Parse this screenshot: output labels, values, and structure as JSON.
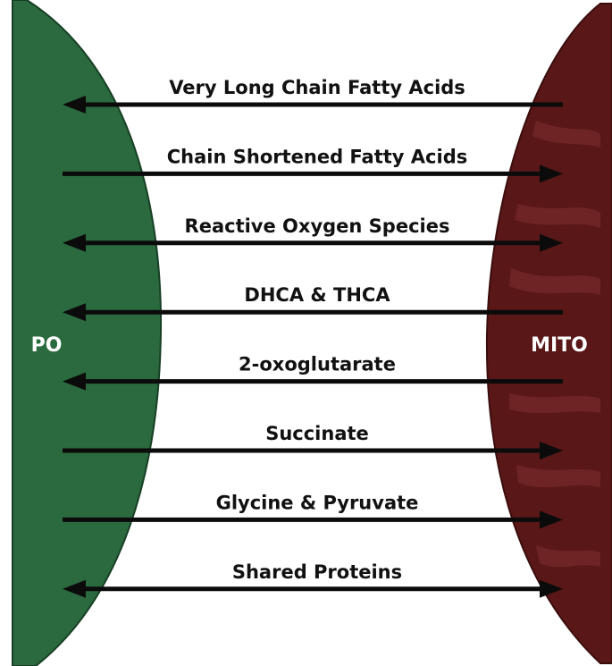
{
  "colors": {
    "po_fill": "#2a6a3e",
    "po_stroke": "#173f24",
    "mito_fill": "#5a1717",
    "mito_inner": "#6e2424",
    "mito_stroke": "#3a0d0d",
    "arrow": "#0b0b0b",
    "label_text": "#111111",
    "organelle_text": "#ffffff"
  },
  "organelles": {
    "left": {
      "label": "PO"
    },
    "right": {
      "label": "MITO"
    }
  },
  "exchanges": [
    {
      "label": "Very Long Chain Fatty Acids",
      "direction": "to-po"
    },
    {
      "label": "Chain Shortened Fatty Acids",
      "direction": "to-mito"
    },
    {
      "label": "Reactive Oxygen Species",
      "direction": "both"
    },
    {
      "label": "DHCA & THCA",
      "direction": "to-po"
    },
    {
      "label": "2-oxoglutarate",
      "direction": "to-po"
    },
    {
      "label": "Succinate",
      "direction": "to-mito"
    },
    {
      "label": "Glycine & Pyruvate",
      "direction": "to-mito"
    },
    {
      "label": "Shared Proteins",
      "direction": "both"
    }
  ]
}
